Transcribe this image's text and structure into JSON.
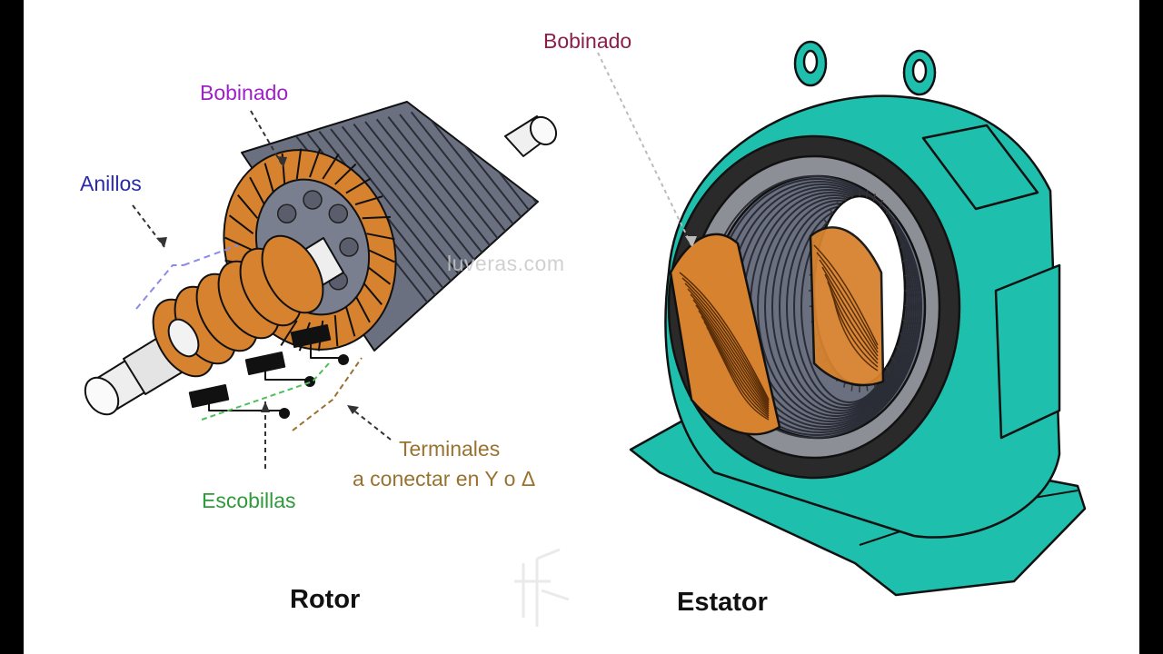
{
  "labels": {
    "rotor_bobinado": "Bobinado",
    "anillos": "Anillos",
    "escobillas": "Escobillas",
    "terminales_line1": "Terminales",
    "terminales_line2": "a conectar en Y o Δ",
    "stator_bobinado": "Bobinado"
  },
  "titles": {
    "rotor": "Rotor",
    "estator": "Estator"
  },
  "watermark": "luveras.com",
  "colors": {
    "background": "#ffffff",
    "letterbox": "#000000",
    "label_bobinado_rotor": "#a020c8",
    "label_anillos": "#2a2aa8",
    "label_escobillas": "#2e9a3a",
    "label_terminales": "#9a7230",
    "label_bobinado_estator": "#8a1f4a",
    "copper": "#d6822e",
    "core_gray": "#6b7080",
    "stator_housing": "#1fbfad"
  }
}
